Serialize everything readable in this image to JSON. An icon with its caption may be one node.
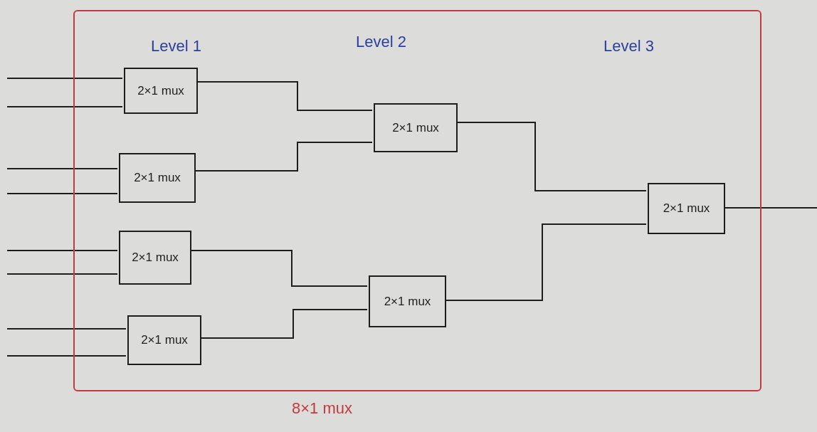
{
  "diagram": {
    "nodes": [
      {
        "text": [
          "8×1 mux"
        ]
      },
      {
        "text": [
          "2×1 mux"
        ],
        "in": 0
      },
      {
        "text": [
          "2×1 mux"
        ],
        "in": 0
      },
      {
        "text": [
          "2×1 mux"
        ],
        "in": 0
      },
      {
        "text": [
          "2×1 mux"
        ],
        "in": 0
      },
      {
        "text": [
          "2×1 mux"
        ],
        "in": 0
      },
      {
        "text": [
          "2×1 mux"
        ],
        "in": 0
      },
      {
        "text": [
          "2×1 mux"
        ],
        "in": 0
      }
    ],
    "edges": [
      {
        "from": null,
        "to": 1,
        "arrow": "none"
      },
      {
        "from": null,
        "to": 1,
        "arrow": "none"
      },
      {
        "from": null,
        "to": 2,
        "arrow": "none"
      },
      {
        "from": null,
        "to": 2,
        "arrow": "none"
      },
      {
        "from": null,
        "to": 3,
        "arrow": "none"
      },
      {
        "from": null,
        "to": 3,
        "arrow": "none"
      },
      {
        "from": null,
        "to": 4,
        "arrow": "none"
      },
      {
        "from": null,
        "to": 4,
        "arrow": "none"
      },
      {
        "from": 1,
        "to": 5,
        "arrow": "none"
      },
      {
        "from": 2,
        "to": 5,
        "arrow": "none"
      },
      {
        "from": 3,
        "to": 6,
        "arrow": "none"
      },
      {
        "from": 4,
        "to": 6,
        "arrow": "none"
      },
      {
        "from": 5,
        "to": 7,
        "arrow": "none"
      },
      {
        "from": 6,
        "to": 7,
        "arrow": "none"
      },
      {
        "from": 7,
        "to": null,
        "arrow": "none"
      }
    ],
    "labels": [
      "Level 1",
      "Level 2",
      "Level 3"
    ]
  }
}
